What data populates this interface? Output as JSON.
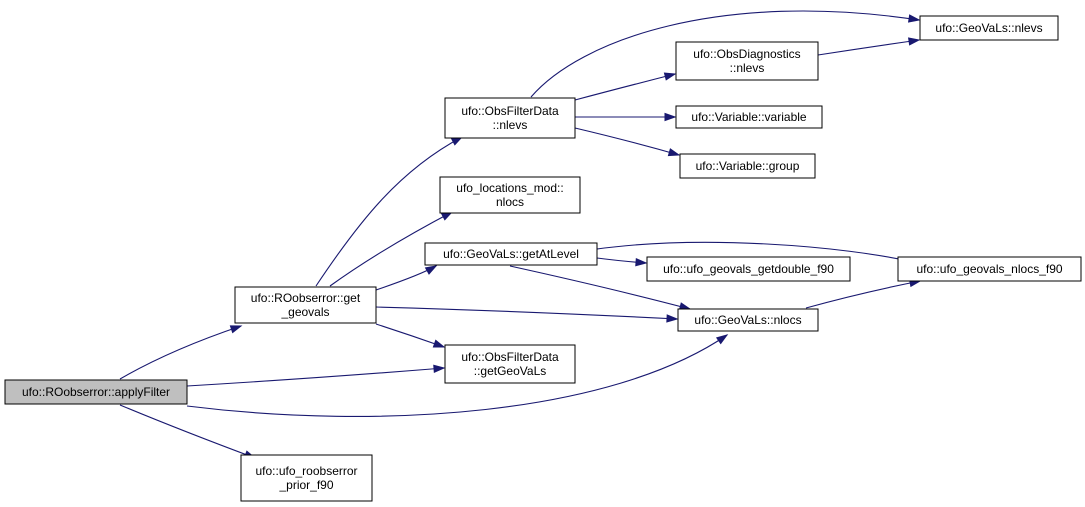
{
  "colors": {
    "edge": "#191970",
    "node_border": "#000000",
    "node_fill": "#ffffff",
    "root_fill": "#bfbfbf",
    "highlight_border": "#ff0000"
  },
  "nodes": [
    {
      "id": "applyFilter",
      "lines": [
        "ufo::ROobserror::applyFilter"
      ],
      "style": "root"
    },
    {
      "id": "get_geovals",
      "lines": [
        "ufo::ROobserror::get",
        "_geovals"
      ],
      "style": "normal"
    },
    {
      "id": "roob_prior",
      "lines": [
        "ufo::ufo_roobserror",
        "_prior_f90"
      ],
      "style": "normal"
    },
    {
      "id": "ofd_nlevs",
      "lines": [
        "ufo::ObsFilterData",
        "::nlevs"
      ],
      "style": "normal"
    },
    {
      "id": "loc_nlocs",
      "lines": [
        "ufo_locations_mod::",
        "nlocs"
      ],
      "style": "normal"
    },
    {
      "id": "getAtLevel",
      "lines": [
        "ufo::GeoVaLs::getAtLevel"
      ],
      "style": "normal"
    },
    {
      "id": "ofd_getGeoVaLs",
      "lines": [
        "ufo::ObsFilterData",
        "::getGeoVaLs"
      ],
      "style": "normal"
    },
    {
      "id": "obsdiag_nlevs",
      "lines": [
        "ufo::ObsDiagnostics",
        "::nlevs"
      ],
      "style": "normal"
    },
    {
      "id": "var_variable",
      "lines": [
        "ufo::Variable::variable"
      ],
      "style": "normal"
    },
    {
      "id": "var_group",
      "lines": [
        "ufo::Variable::group"
      ],
      "style": "normal"
    },
    {
      "id": "getdouble",
      "lines": [
        "ufo::ufo_geovals_getdouble_f90"
      ],
      "style": "normal"
    },
    {
      "id": "gv_nlocs",
      "lines": [
        "ufo::GeoVaLs::nlocs"
      ],
      "style": "normal"
    },
    {
      "id": "gv_nlevs",
      "lines": [
        "ufo::GeoVaLs::nlevs"
      ],
      "style": "highlight"
    },
    {
      "id": "nlocs_f90",
      "lines": [
        "ufo::ufo_geovals_nlocs_f90"
      ],
      "style": "normal"
    }
  ],
  "edges": [
    {
      "from": "applyFilter",
      "to": "get_geovals"
    },
    {
      "from": "applyFilter",
      "to": "ofd_getGeoVaLs"
    },
    {
      "from": "applyFilter",
      "to": "gv_nlocs"
    },
    {
      "from": "applyFilter",
      "to": "roob_prior"
    },
    {
      "from": "get_geovals",
      "to": "ofd_nlevs"
    },
    {
      "from": "get_geovals",
      "to": "loc_nlocs"
    },
    {
      "from": "get_geovals",
      "to": "getAtLevel"
    },
    {
      "from": "get_geovals",
      "to": "gv_nlocs"
    },
    {
      "from": "get_geovals",
      "to": "ofd_getGeoVaLs"
    },
    {
      "from": "ofd_nlevs",
      "to": "gv_nlevs"
    },
    {
      "from": "ofd_nlevs",
      "to": "obsdiag_nlevs"
    },
    {
      "from": "ofd_nlevs",
      "to": "var_variable"
    },
    {
      "from": "ofd_nlevs",
      "to": "var_group"
    },
    {
      "from": "obsdiag_nlevs",
      "to": "gv_nlevs"
    },
    {
      "from": "getAtLevel",
      "to": "nlocs_f90"
    },
    {
      "from": "getAtLevel",
      "to": "getdouble"
    },
    {
      "from": "getAtLevel",
      "to": "gv_nlocs"
    },
    {
      "from": "gv_nlocs",
      "to": "nlocs_f90"
    }
  ]
}
